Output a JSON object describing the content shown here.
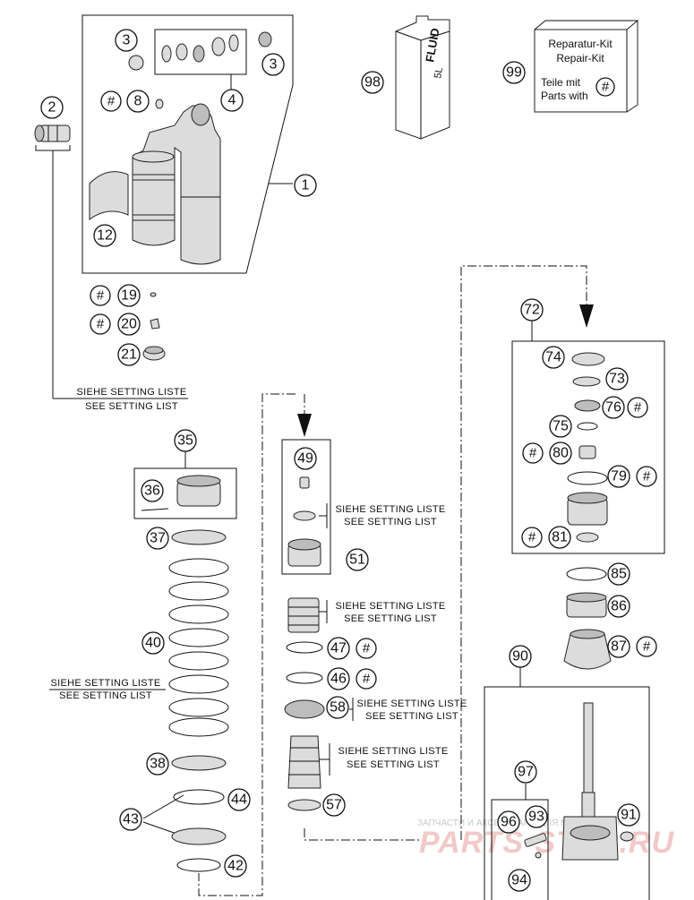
{
  "callouts": [
    {
      "id": "c1",
      "label": "1"
    },
    {
      "id": "c2",
      "label": "2"
    },
    {
      "id": "c3a",
      "label": "3"
    },
    {
      "id": "c3b",
      "label": "3"
    },
    {
      "id": "c4",
      "label": "4"
    },
    {
      "id": "c8",
      "label": "8"
    },
    {
      "id": "c12",
      "label": "12"
    },
    {
      "id": "c19",
      "label": "19"
    },
    {
      "id": "c20",
      "label": "20"
    },
    {
      "id": "c21",
      "label": "21"
    },
    {
      "id": "c35",
      "label": "35"
    },
    {
      "id": "c36",
      "label": "36"
    },
    {
      "id": "c37",
      "label": "37"
    },
    {
      "id": "c38",
      "label": "38"
    },
    {
      "id": "c40",
      "label": "40"
    },
    {
      "id": "c42",
      "label": "42"
    },
    {
      "id": "c43",
      "label": "43"
    },
    {
      "id": "c44",
      "label": "44"
    },
    {
      "id": "c46",
      "label": "46"
    },
    {
      "id": "c47",
      "label": "47"
    },
    {
      "id": "c49",
      "label": "49"
    },
    {
      "id": "c51",
      "label": "51"
    },
    {
      "id": "c57",
      "label": "57"
    },
    {
      "id": "c58",
      "label": "58"
    },
    {
      "id": "c72",
      "label": "72"
    },
    {
      "id": "c73",
      "label": "73"
    },
    {
      "id": "c74",
      "label": "74"
    },
    {
      "id": "c75",
      "label": "75"
    },
    {
      "id": "c76",
      "label": "76"
    },
    {
      "id": "c79",
      "label": "79"
    },
    {
      "id": "c80",
      "label": "80"
    },
    {
      "id": "c81",
      "label": "81"
    },
    {
      "id": "c85",
      "label": "85"
    },
    {
      "id": "c86",
      "label": "86"
    },
    {
      "id": "c87",
      "label": "87"
    },
    {
      "id": "c90",
      "label": "90"
    },
    {
      "id": "c91",
      "label": "91"
    },
    {
      "id": "c93",
      "label": "93"
    },
    {
      "id": "c94",
      "label": "94"
    },
    {
      "id": "c96",
      "label": "96"
    },
    {
      "id": "c97",
      "label": "97"
    },
    {
      "id": "c98",
      "label": "98"
    },
    {
      "id": "c99",
      "label": "99"
    }
  ],
  "hash_symbol": "#",
  "setting_note": {
    "de": "SIEHE SETTING LISTE",
    "en": "SEE SETTING LIST"
  },
  "fluid_can": {
    "brand": "FLUID",
    "volume": "5L"
  },
  "repair_kit_card": {
    "line1": "Reparatur-Kit",
    "line2": "Repair-Kit",
    "line3": "Teile mit",
    "line4": "Parts with"
  },
  "watermark": {
    "top": "ЗАПЧАСТИ И АКСЕССУАРЫ ДЛЯ МОТОТЕХНИКИ",
    "brand": "PARTS-STAR.RU"
  }
}
